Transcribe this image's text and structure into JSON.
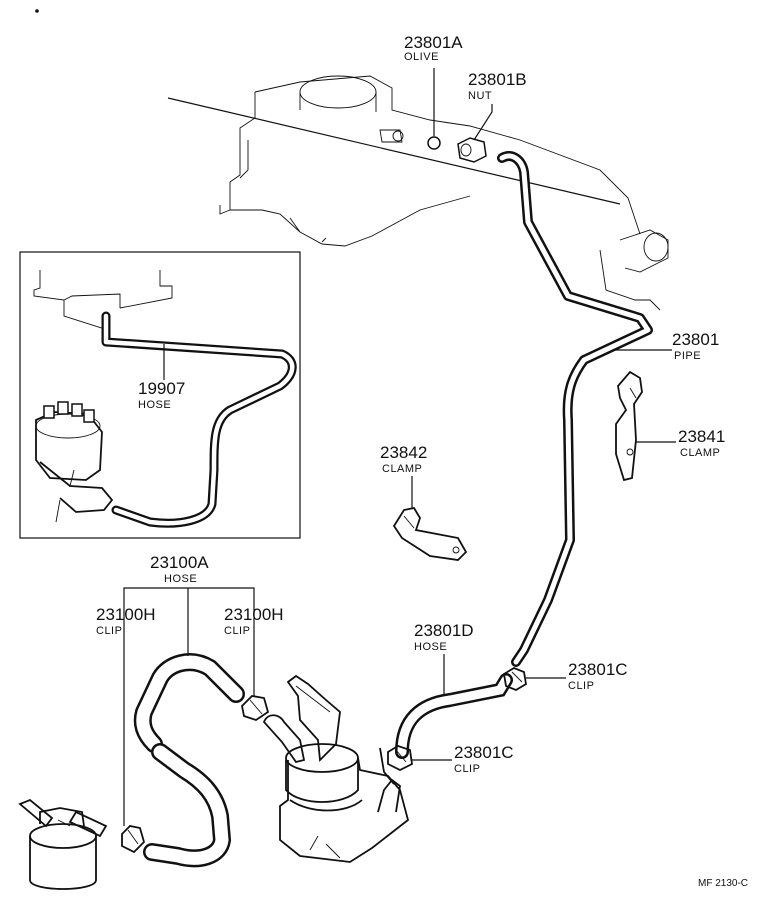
{
  "parts": [
    {
      "number": "23801A",
      "name": "OLIVE"
    },
    {
      "number": "23801B",
      "name": "NUT"
    },
    {
      "number": "23801",
      "name": "PIPE"
    },
    {
      "number": "19907",
      "name": "HOSE"
    },
    {
      "number": "23841",
      "name": "CLAMP"
    },
    {
      "number": "23842",
      "name": "CLAMP"
    },
    {
      "number": "23100A",
      "name": "HOSE"
    },
    {
      "number": "23100H",
      "name": "CLIP"
    },
    {
      "number": "23100H",
      "name": "CLIP"
    },
    {
      "number": "23801D",
      "name": "HOSE"
    },
    {
      "number": "23801C",
      "name": "CLIP"
    },
    {
      "number": "23801C",
      "name": "CLIP"
    }
  ],
  "figure_ref": "MF  2130-C"
}
